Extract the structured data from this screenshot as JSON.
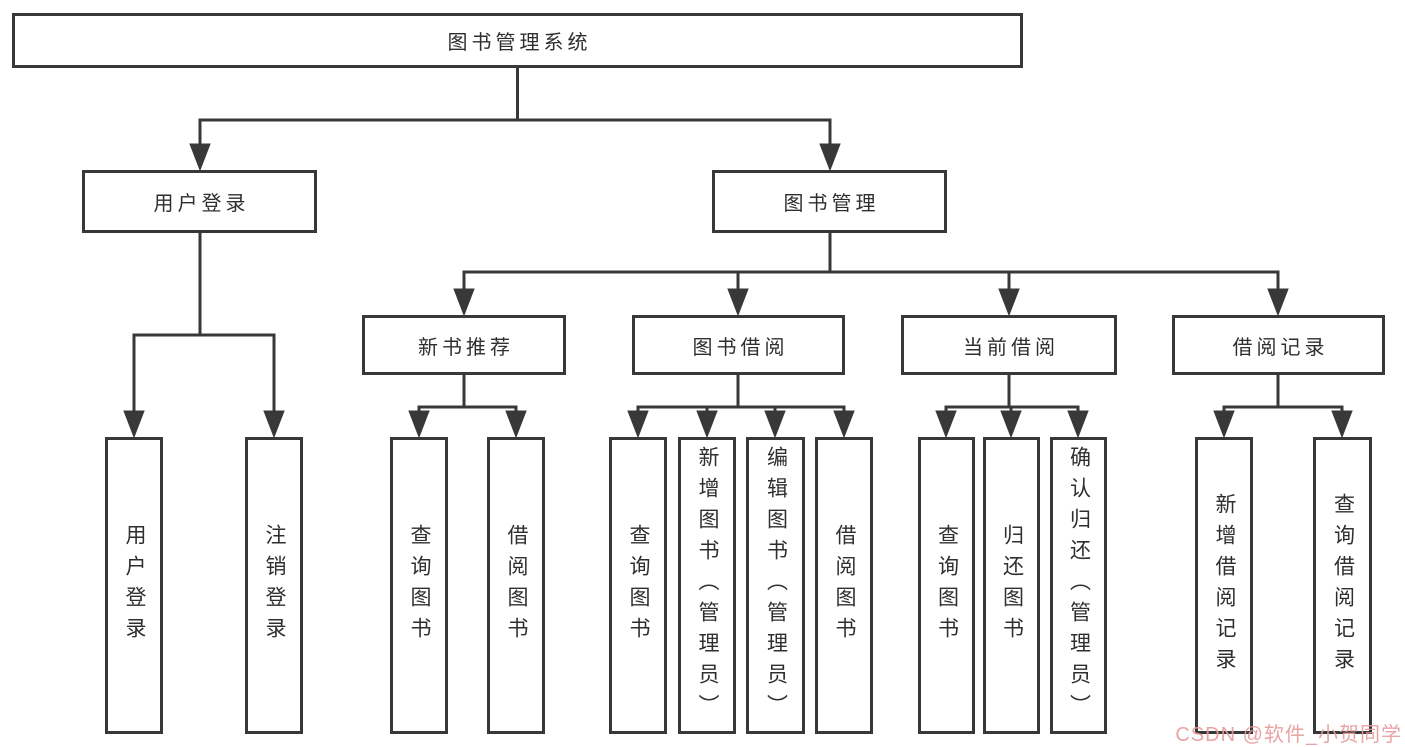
{
  "diagram": {
    "type": "tree",
    "root": {
      "label": "图书管理系统"
    },
    "level2": [
      {
        "label": "用户登录",
        "children": [
          "用户登录",
          "注销登录"
        ]
      },
      {
        "label": "图书管理",
        "children": [
          "新书推荐",
          "图书借阅",
          "当前借阅",
          "借阅记录"
        ]
      }
    ],
    "level3": [
      {
        "label": "新书推荐",
        "children": [
          "查询图书",
          "借阅图书"
        ]
      },
      {
        "label": "图书借阅",
        "children": [
          "查询图书",
          "新增图书（管理员）",
          "编辑图书（管理员）",
          "借阅图书"
        ]
      },
      {
        "label": "当前借阅",
        "children": [
          "查询图书",
          "归还图书",
          "确认归还（管理员）"
        ]
      },
      {
        "label": "借阅记录",
        "children": [
          "新增借阅记录",
          "查询借阅记录"
        ]
      }
    ],
    "leaves": [
      {
        "label": "用户登录",
        "parent": "用户登录"
      },
      {
        "label": "注销登录",
        "parent": "用户登录"
      },
      {
        "label": "查询图书",
        "parent": "新书推荐"
      },
      {
        "label": "借阅图书",
        "parent": "新书推荐"
      },
      {
        "label": "查询图书",
        "parent": "图书借阅"
      },
      {
        "label": "新增图书（管理员）",
        "parent": "图书借阅"
      },
      {
        "label": "编辑图书（管理员）",
        "parent": "图书借阅"
      },
      {
        "label": "借阅图书",
        "parent": "图书借阅"
      },
      {
        "label": "查询图书",
        "parent": "当前借阅"
      },
      {
        "label": "归还图书",
        "parent": "当前借阅"
      },
      {
        "label": "确认归还（管理员）",
        "parent": "当前借阅"
      },
      {
        "label": "新增借阅记录",
        "parent": "借阅记录"
      },
      {
        "label": "查询借阅记录",
        "parent": "借阅记录"
      }
    ],
    "colors": {
      "line": "#383838",
      "box_border": "#383838",
      "text": "#2f2f2f"
    }
  },
  "watermark": {
    "text": "CSDN @软件_小贺同学",
    "color": "#e79b9b"
  }
}
